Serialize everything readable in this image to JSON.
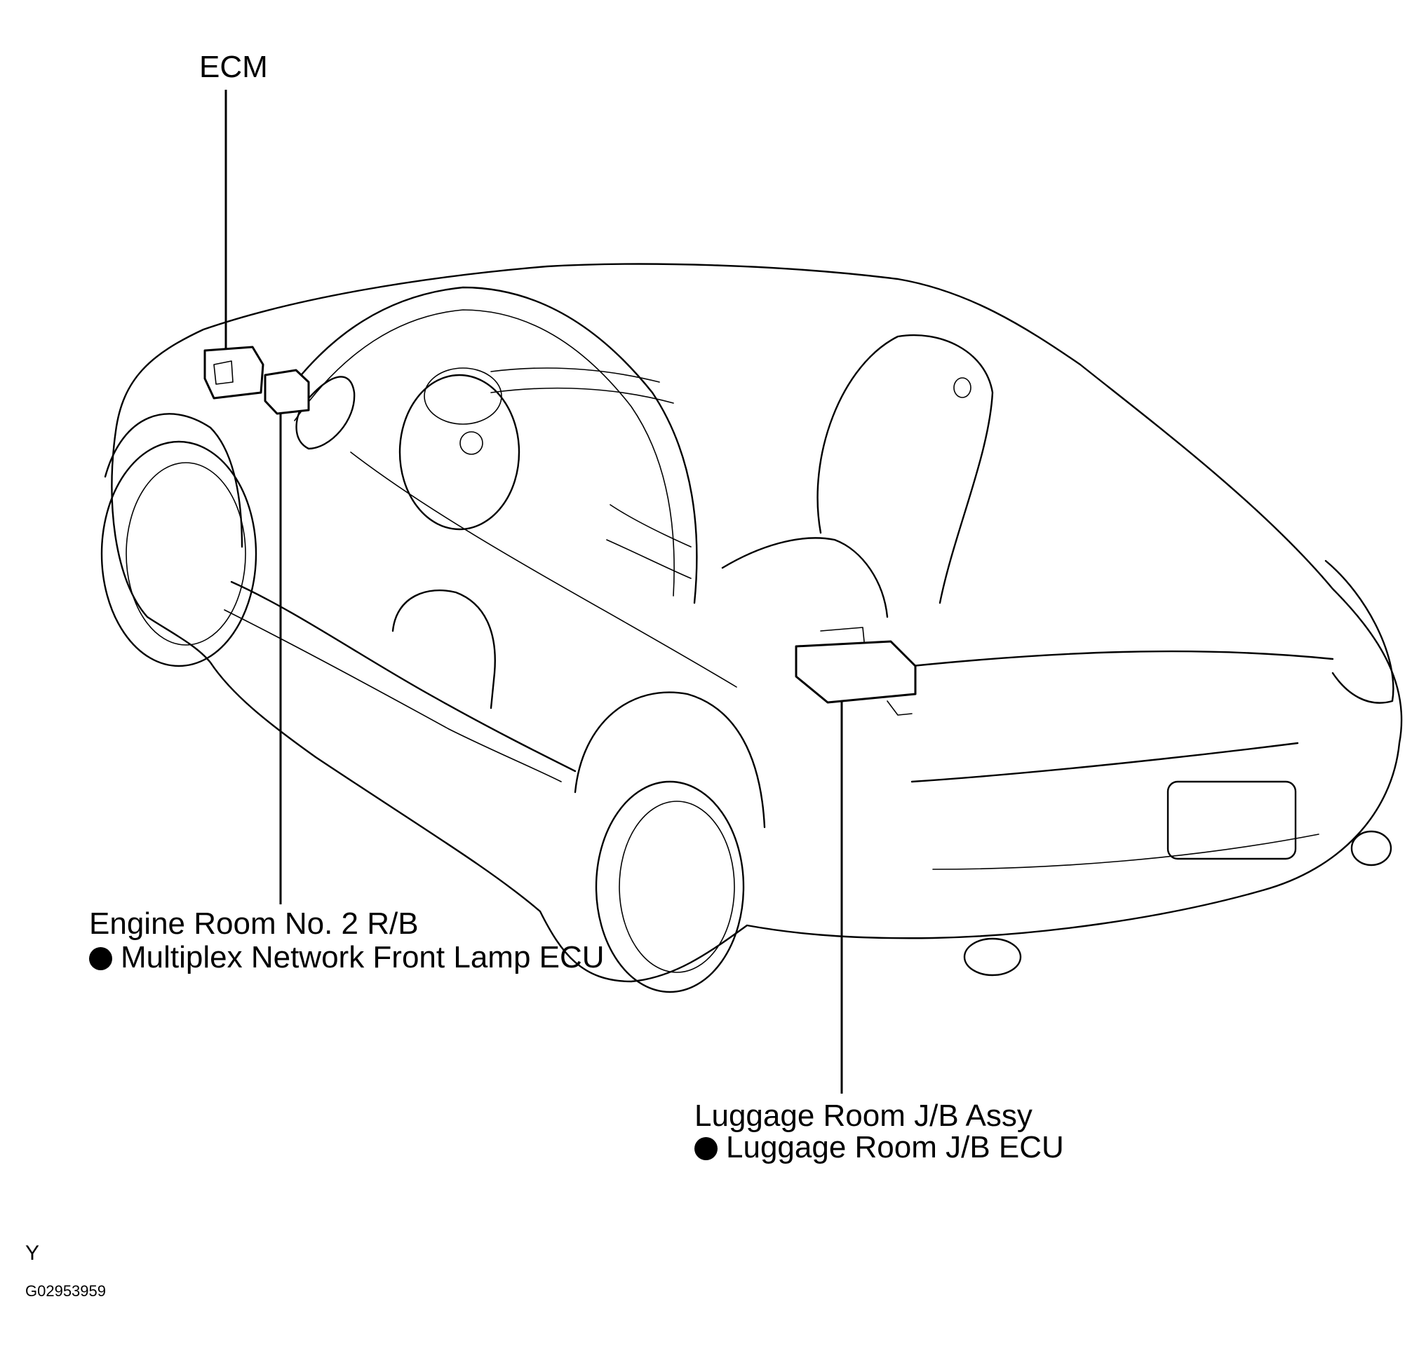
{
  "labels": {
    "ecm": "ECM",
    "engine_room_rb": "Engine Room No. 2 R/B",
    "front_lamp_ecu": "Multiplex Network Front Lamp ECU",
    "luggage_jb": "Luggage Room J/B Assy",
    "luggage_ecu": "Luggage Room J/B ECU",
    "corner_letter": "Y",
    "figure_code": "G02953959"
  },
  "colors": {
    "line": "#000000",
    "background": "#ffffff"
  }
}
